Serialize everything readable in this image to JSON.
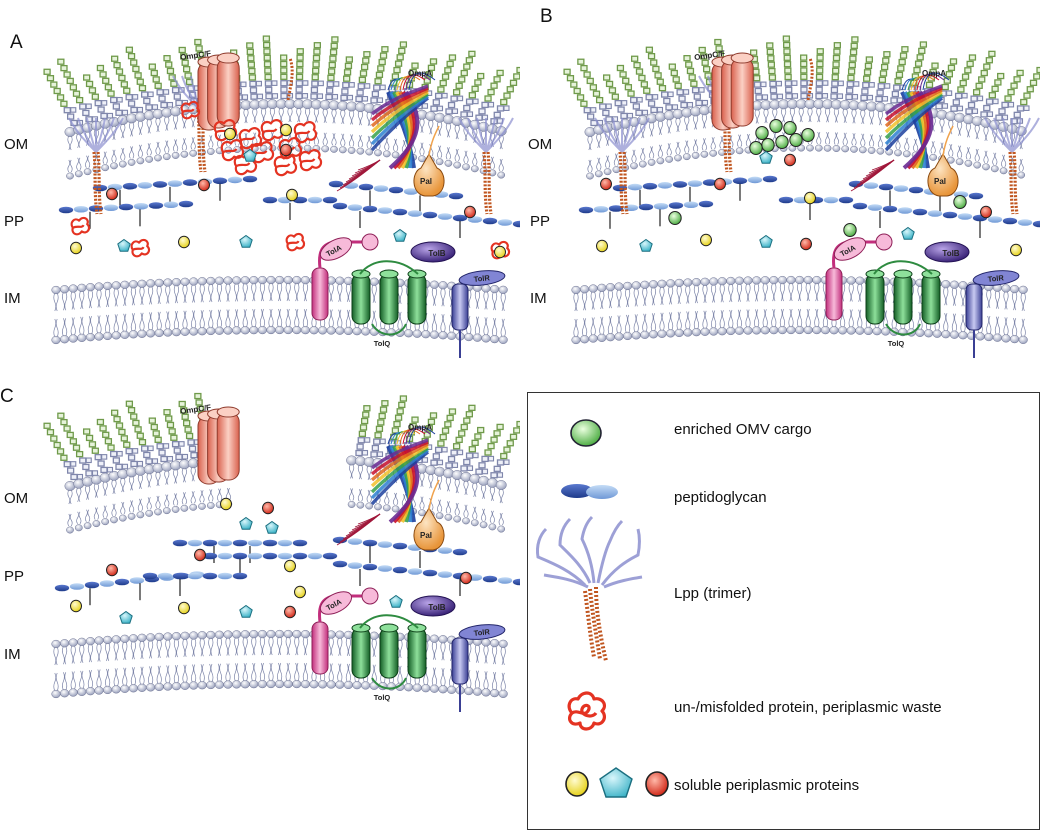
{
  "panels": [
    {
      "letter": "A",
      "om": "OM",
      "pp": "PP",
      "im": "IM",
      "proteins": {
        "ompcf": "OmpC/F",
        "ompa": "OmpA",
        "pal": "Pal",
        "tola": "TolA",
        "tolb": "TolB",
        "tolr": "TolR",
        "tolq": "TolQ"
      }
    },
    {
      "letter": "B",
      "om": "OM",
      "pp": "PP",
      "im": "IM",
      "proteins": {
        "ompcf": "OmpC/F",
        "ompa": "OmpA",
        "pal": "Pal",
        "tola": "TolA",
        "tolb": "TolB",
        "tolr": "TolR",
        "tolq": "TolQ"
      }
    },
    {
      "letter": "C",
      "om": "OM",
      "pp": "PP",
      "im": "IM",
      "proteins": {
        "ompcf": "OmpC/F",
        "ompa": "OmpA",
        "pal": "Pal",
        "tola": "TolA",
        "tolb": "TolB",
        "tolr": "TolR",
        "tolq": "TolQ"
      }
    }
  ],
  "legend": {
    "items": [
      {
        "label": "enriched OMV cargo",
        "icon": "green-sphere"
      },
      {
        "label": "peptidoglycan",
        "icon": "peptidoglycan-units"
      },
      {
        "label": "Lpp (trimer)",
        "icon": "lpp-trimer"
      },
      {
        "label": "un-/misfolded protein, periplasmic waste",
        "icon": "misfolded-protein"
      },
      {
        "label": "soluble periplasmic proteins",
        "icon": "soluble-proteins"
      }
    ]
  },
  "colors": {
    "lipid_head": "#aeb4cc",
    "lps_sugar": "#6f9a4a",
    "lps_core": "#7f86ab",
    "ompcf": "#ee9a88",
    "tola": "#e0559f",
    "tolq": "#2e8b40",
    "tolr": "#5a5fb0",
    "tolb": "#4b2e8c",
    "pal": "#f0a24c",
    "lpp": "#c0551f",
    "misfolded": "#e43322",
    "cargo": "#74c162",
    "yellow_protein": "#f2e43a",
    "cyan_protein": "#5cc6d6",
    "red_protein": "#dd3322",
    "peptidoglycan_dark": "#2c4aa0",
    "peptidoglycan_light": "#7fa6dc"
  }
}
